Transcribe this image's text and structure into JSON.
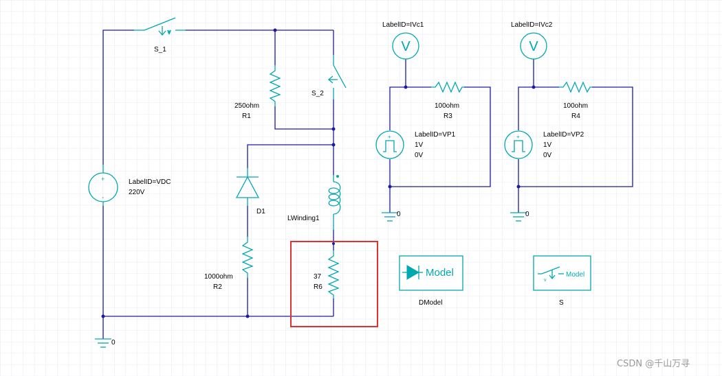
{
  "colors": {
    "wire": "#1a1aa8",
    "component": "#00a8b0",
    "highlight": "#e03030",
    "grid": "#dde2f0"
  },
  "components": {
    "s1": {
      "name": "S_1"
    },
    "s2": {
      "name": "S_2"
    },
    "r1": {
      "value": "250ohm",
      "name": "R1"
    },
    "vdc": {
      "label": "LabelID=VDC",
      "value": "220V"
    },
    "d1": {
      "name": "D1"
    },
    "lwinding": {
      "name": "LWinding1"
    },
    "r2": {
      "value": "1000ohm",
      "name": "R2"
    },
    "r6": {
      "value": "37",
      "name": "R6"
    },
    "gnd_main": {
      "label": "0"
    },
    "ivc1": {
      "label": "LabelID=IVc1",
      "symbol": "V"
    },
    "r3": {
      "value": "100ohm",
      "name": "R3"
    },
    "vp1": {
      "label": "LabelID=VP1",
      "high": "1V",
      "low": "0V"
    },
    "gnd1": {
      "label": "0"
    },
    "ivc2": {
      "label": "LabelID=IVc2",
      "symbol": "V"
    },
    "r4": {
      "value": "100ohm",
      "name": "R4"
    },
    "vp2": {
      "label": "LabelID=VP2",
      "high": "1V",
      "low": "0V"
    },
    "gnd2": {
      "label": "0"
    },
    "dmodel": {
      "box_text": "Model",
      "name": "DModel"
    },
    "smodel": {
      "box_text": "Model",
      "name": "S"
    }
  },
  "watermark": "CSDN @千山万寻"
}
